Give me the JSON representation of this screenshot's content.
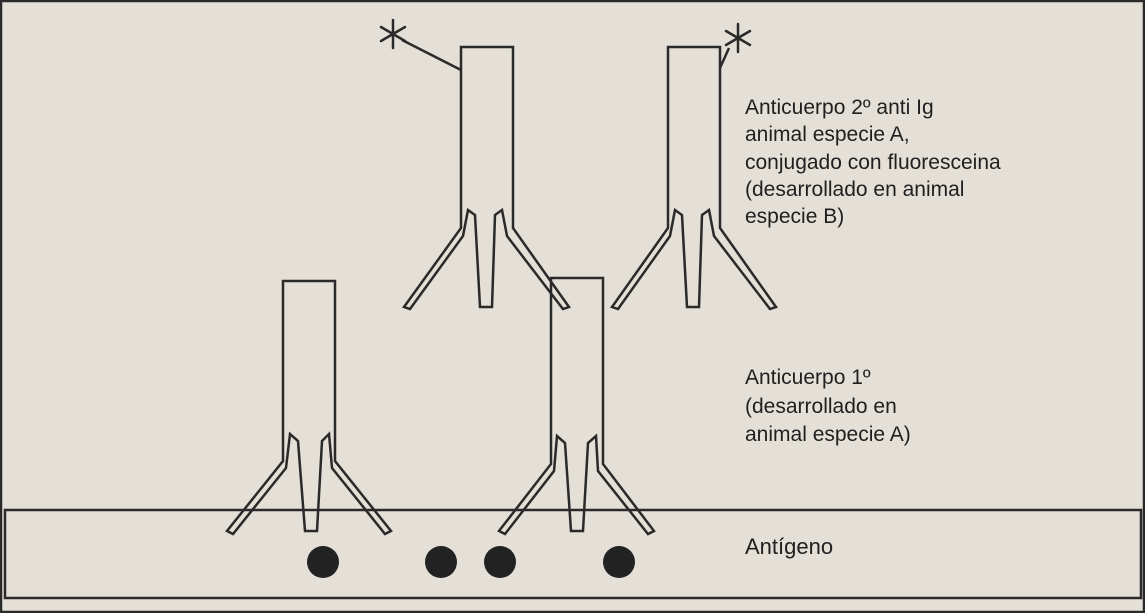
{
  "labels": {
    "secondary_antibody": [
      "Anticuerpo 2º anti Ig",
      "animal especie A,",
      "conjugado con fluoresceina",
      "(desarrollado en animal",
      "especie B)"
    ],
    "primary_antibody": [
      "Anticuerpo 1º",
      "(desarrollado en",
      "animal especie A)"
    ],
    "antigen": "Antígeno"
  },
  "markers": {
    "fluorophore_symbol": "asterisk",
    "antigen_dot_count": 4
  },
  "colors": {
    "line": "#2a2a2a",
    "dot": "#222222",
    "background": "#e4e0d7"
  }
}
